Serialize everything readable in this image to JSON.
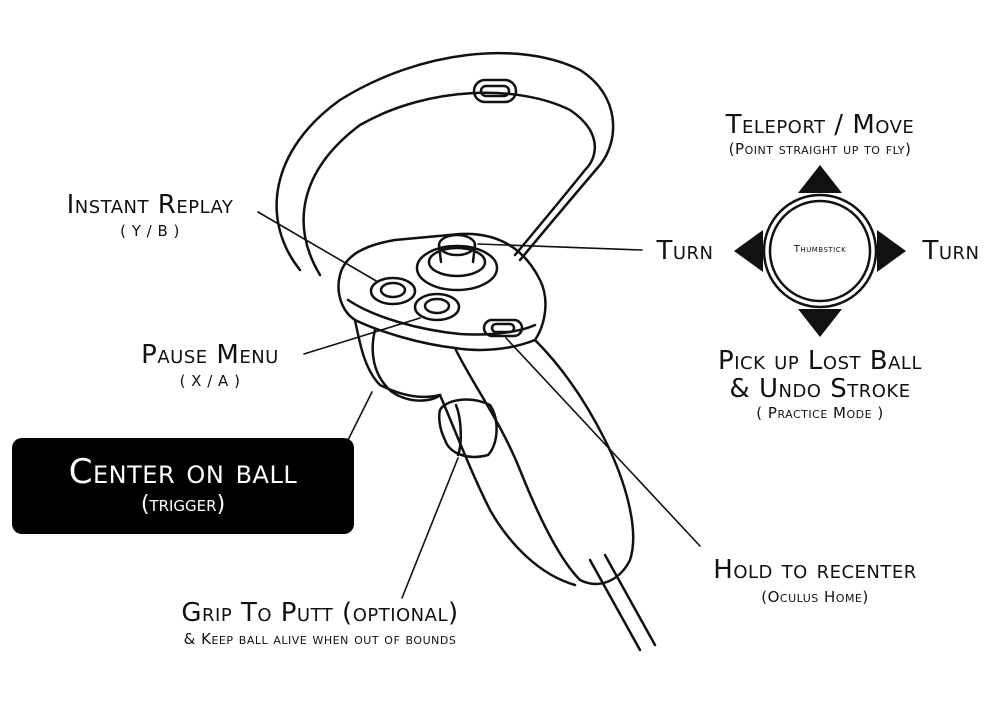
{
  "labels": {
    "instant_replay": "Instant Replay",
    "instant_replay_sub": "( Y / B )",
    "pause_menu": "Pause Menu",
    "pause_menu_sub": "( X / A )",
    "center_on_ball": "Center on ball",
    "center_on_ball_sub": "(trigger)",
    "grip_to_putt": "Grip To Putt (optional)",
    "grip_to_putt_sub": "& Keep ball alive when out of bounds",
    "teleport_move": "Teleport / Move",
    "teleport_move_sub": "(Point straight up to fly)",
    "turn_left": "Turn",
    "turn_right": "Turn",
    "thumbstick": "Thumbstick",
    "pick_up_line1": "Pick up Lost Ball",
    "pick_up_line2": "& Undo Stroke",
    "pick_up_sub": "( Practice Mode )",
    "hold_to_recenter": "Hold to recenter",
    "hold_to_recenter_sub": "(Oculus Home)"
  },
  "colors": {
    "ink": "#111111",
    "background": "#ffffff",
    "callout_box": "#000000",
    "callout_text": "#ffffff"
  }
}
